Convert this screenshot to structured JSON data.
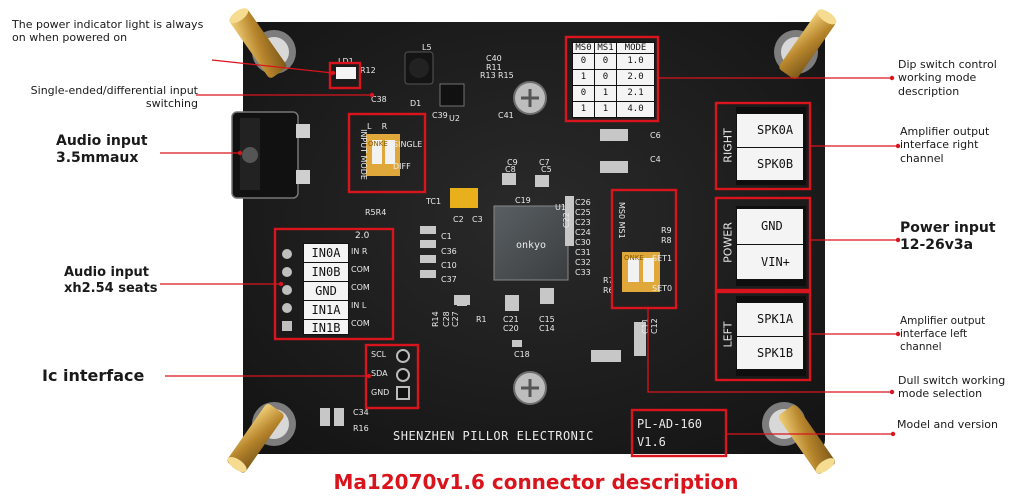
{
  "title": "Ma12070v1.6 connector description",
  "annotations": {
    "power_indicator": "The power indicator light is always on when powered on",
    "input_switch": "Single-ended/differential input switching",
    "audio_35": "Audio input 3.5mmaux",
    "audio_xh": "Audio input xh2.54 seats",
    "ic_interface": "Ic interface",
    "dip_desc": "Dip switch control working mode description",
    "amp_right": "Amplifier output interface right channel",
    "power_input": "Power input 12-26v3a",
    "amp_left": "Amplifier output interface left channel",
    "dull_switch": "Dull switch working mode selection",
    "model_version": "Model and version"
  },
  "board": {
    "brand": "SHENZHEN PILLOR ELECTRONIC",
    "model": "PL-AD-160",
    "version": "V1.6",
    "dip_table": {
      "headers": [
        "MS0",
        "MS1",
        "MODE"
      ],
      "rows": [
        [
          "0",
          "0",
          "1.0"
        ],
        [
          "1",
          "0",
          "2.0"
        ],
        [
          "0",
          "1",
          "2.1"
        ],
        [
          "1",
          "1",
          "4.0"
        ]
      ]
    },
    "input_block": {
      "version": "2.0",
      "pins": [
        "IN0A",
        "IN0B",
        "GND",
        "IN1A",
        "IN1B"
      ],
      "tags": [
        "IN R",
        "COM",
        "COM",
        "IN L",
        "COM"
      ]
    },
    "right_block": {
      "side": "RIGHT",
      "top": "SPK0A",
      "bottom": "SPK0B"
    },
    "power_block": {
      "side": "POWER",
      "top": "GND",
      "bottom": "VIN+"
    },
    "left_block": {
      "side": "LEFT",
      "top": "SPK1A",
      "bottom": "SPK1B"
    },
    "i2c_pins": [
      "SCL",
      "SDA",
      "GND"
    ],
    "input_switch_silk": {
      "top": "L    R",
      "single": "SINGLE",
      "diff": "DIFF",
      "side": "INPUT MODE"
    },
    "mode_switch_silk": {
      "set1": "SET1",
      "set0": "SET0",
      "side": "MS0 MS1"
    },
    "components": [
      "LD1",
      "R12",
      "C40",
      "R11",
      "R13",
      "R15",
      "L5",
      "D1",
      "U2",
      "C39",
      "C41",
      "C38",
      "C9",
      "C7",
      "C8",
      "C5",
      "C6",
      "C4",
      "TC1",
      "C2",
      "C3",
      "R5",
      "R4",
      "U1",
      "C19",
      "C1",
      "C36",
      "C10",
      "C37",
      "C26",
      "C22",
      "C25",
      "C23",
      "C24",
      "C30",
      "C31",
      "C32",
      "C33",
      "R7",
      "R6",
      "R9",
      "R8",
      "R14",
      "C28",
      "C27",
      "R1",
      "C21",
      "C20",
      "C15",
      "C14",
      "C18",
      "C34",
      "R16",
      "C11",
      "C12"
    ],
    "switch_brand": "ONKE"
  },
  "colors": {
    "accent": "#d9141c",
    "pcb": "#1d1d1d",
    "silk": "#e9e9e9",
    "copper": "#c9a24f"
  }
}
